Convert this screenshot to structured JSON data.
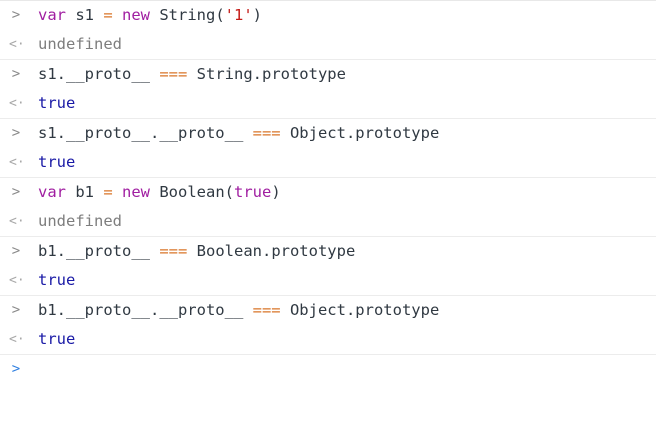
{
  "markers": {
    "input": ">",
    "output": "<·",
    "prompt": ">"
  },
  "entries": [
    {
      "input": [
        {
          "t": "var",
          "c": "kw"
        },
        {
          "t": " s1 ",
          "c": "id"
        },
        {
          "t": "=",
          "c": "op"
        },
        {
          "t": " ",
          "c": "id"
        },
        {
          "t": "new",
          "c": "kw"
        },
        {
          "t": " String(",
          "c": "id"
        },
        {
          "t": "'1'",
          "c": "str"
        },
        {
          "t": ")",
          "c": "id"
        }
      ],
      "output": {
        "t": "undefined",
        "c": "undef"
      }
    },
    {
      "input": [
        {
          "t": "s1.__proto__ ",
          "c": "id"
        },
        {
          "t": "===",
          "c": "op"
        },
        {
          "t": " String.prototype",
          "c": "id"
        }
      ],
      "output": {
        "t": "true",
        "c": "bool-out"
      }
    },
    {
      "input": [
        {
          "t": "s1.__proto__.__proto__ ",
          "c": "id"
        },
        {
          "t": "===",
          "c": "op"
        },
        {
          "t": " Object.prototype",
          "c": "id"
        }
      ],
      "output": {
        "t": "true",
        "c": "bool-out"
      }
    },
    {
      "input": [
        {
          "t": "var",
          "c": "kw"
        },
        {
          "t": " b1 ",
          "c": "id"
        },
        {
          "t": "=",
          "c": "op"
        },
        {
          "t": " ",
          "c": "id"
        },
        {
          "t": "new",
          "c": "kw"
        },
        {
          "t": " Boolean(",
          "c": "id"
        },
        {
          "t": "true",
          "c": "kw"
        },
        {
          "t": ")",
          "c": "id"
        }
      ],
      "output": {
        "t": "undefined",
        "c": "undef"
      }
    },
    {
      "input": [
        {
          "t": "b1.__proto__ ",
          "c": "id"
        },
        {
          "t": "===",
          "c": "op"
        },
        {
          "t": " Boolean.prototype",
          "c": "id"
        }
      ],
      "output": {
        "t": "true",
        "c": "bool-out"
      }
    },
    {
      "input": [
        {
          "t": "b1.__proto__.__proto__ ",
          "c": "id"
        },
        {
          "t": "===",
          "c": "op"
        },
        {
          "t": " Object.prototype",
          "c": "id"
        }
      ],
      "output": {
        "t": "true",
        "c": "bool-out"
      }
    }
  ],
  "prompt_value": "",
  "colors": {
    "keyword": "#a01ea1",
    "string": "#c41a16",
    "operator": "#d9752a",
    "identifier": "#303942",
    "undefined": "#7d7d7d",
    "boolean": "#1a1aa6",
    "prompt_marker": "#2f7fe0"
  }
}
